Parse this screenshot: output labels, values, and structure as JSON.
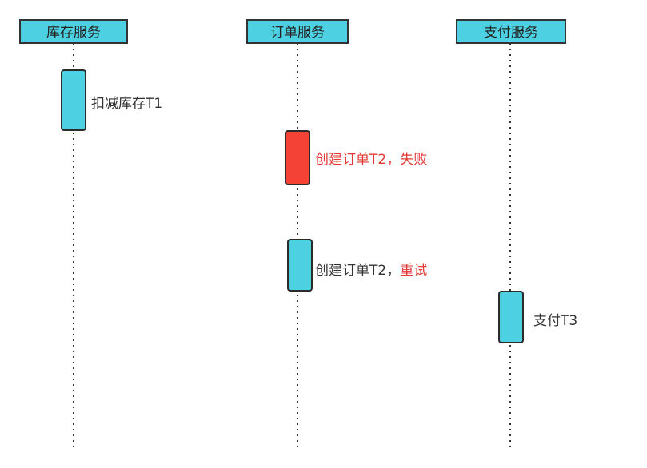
{
  "colors": {
    "header_fill": "#4dd0e1",
    "activation_fill": "#4dd0e1",
    "failed_fill": "#f44336",
    "text_normal": "#333333",
    "text_alert": "#e53935",
    "border": "#333333"
  },
  "lifelines": [
    {
      "id": "inventory",
      "label": "库存服务"
    },
    {
      "id": "order",
      "label": "订单服务"
    },
    {
      "id": "payment",
      "label": "支付服务"
    }
  ],
  "steps": [
    {
      "lifeline": "inventory",
      "status": "normal",
      "label_parts": [
        {
          "text": "扣减库存T1",
          "tone": "normal"
        }
      ]
    },
    {
      "lifeline": "order",
      "status": "failed",
      "label_parts": [
        {
          "text": "创建订单T2，失败",
          "tone": "alert"
        }
      ]
    },
    {
      "lifeline": "order",
      "status": "normal",
      "label_parts": [
        {
          "text": "创建订单T2，",
          "tone": "normal"
        },
        {
          "text": "重试",
          "tone": "alert"
        }
      ]
    },
    {
      "lifeline": "payment",
      "status": "normal",
      "label_parts": [
        {
          "text": "支付T3",
          "tone": "normal"
        }
      ]
    }
  ]
}
